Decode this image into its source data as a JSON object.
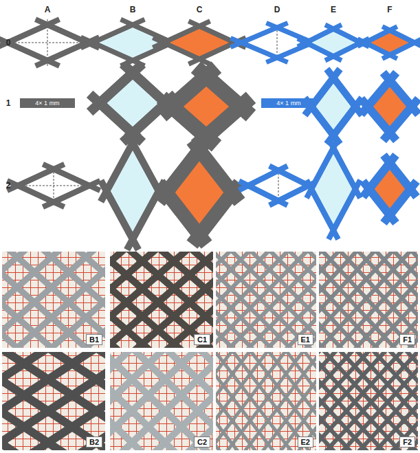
{
  "diagram": {
    "nodes": [
      {
        "text": [
          "4× 1 mm"
        ]
      },
      {
        "text": [
          "4× 1 mm"
        ]
      }
    ],
    "labels": [
      "A",
      "B",
      "C",
      "D",
      "E",
      "F",
      "0",
      "1",
      "2",
      "B1",
      "C1",
      "E1",
      "F1",
      "B2",
      "C2",
      "E2",
      "F2"
    ]
  }
}
